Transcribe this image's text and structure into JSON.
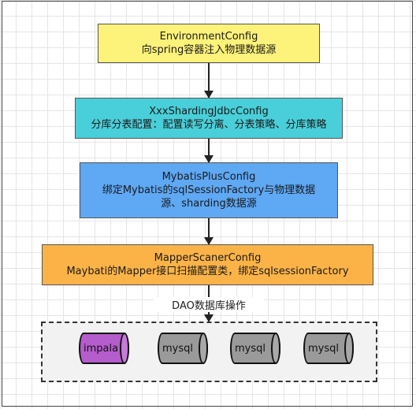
{
  "nodes": [
    {
      "title": "EnvironmentConfig",
      "desc": "向spring容器注入物理数据源",
      "color": "#fdf27a"
    },
    {
      "title": "XxxShardingJdbcConfig",
      "desc": "分库分表配置：配置读写分离、分表策略、分库策略",
      "color": "#49cfd9"
    },
    {
      "title": "MybatisPlusConfig",
      "desc": "绑定Mybatis的sqlSessionFactory与物理数据",
      "desc2": "源、sharding数据源",
      "color": "#5ea8f4"
    },
    {
      "title": "MapperScanerConfig",
      "desc": "Maybati的Mapper接口扫描配置类，绑定sqlsessionFactory",
      "color": "#fbb347"
    }
  ],
  "edge_label": "DAO数据库操作",
  "databases": [
    {
      "label": "impala",
      "color": "#b55dcc"
    },
    {
      "label": "mysql",
      "color": "#9a9a9a"
    },
    {
      "label": "mysql",
      "color": "#9a9a9a"
    },
    {
      "label": "mysql",
      "color": "#9a9a9a"
    }
  ]
}
